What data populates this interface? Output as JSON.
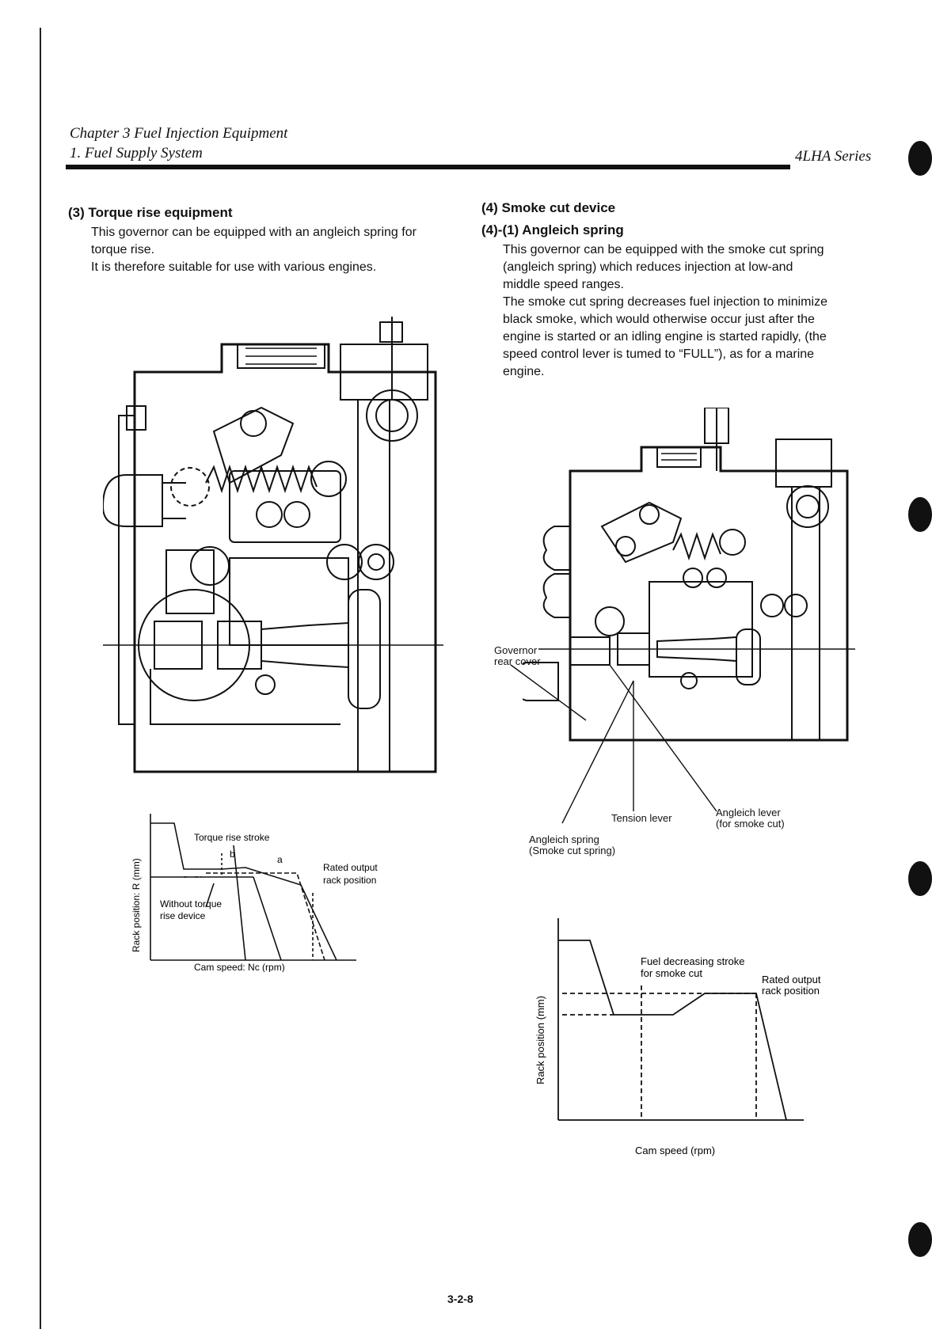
{
  "header": {
    "chapter": "Chapter 3 Fuel Injection Equipment",
    "section": "1. Fuel Supply System",
    "series": "4LHA Series"
  },
  "left": {
    "title": "(3) Torque rise equipment",
    "body": [
      "This governor can be equipped with an angleich spring for",
      "torque rise.",
      "It is therefore suitable for use with various engines."
    ],
    "chart": {
      "y_label": "Rack position: R (mm)",
      "x_label": "Cam speed: Nc (rpm)",
      "note_torque": "Torque rise stroke",
      "mark_b": "b",
      "mark_a": "a",
      "rated_1": "Rated output",
      "rated_2": "rack position",
      "without_1": "Without torque",
      "without_2": "rise device"
    }
  },
  "right": {
    "title": "(4) Smoke cut device",
    "subtitle": "(4)-(1) Angleich spring",
    "body": [
      "This governor can be equipped with the smoke cut spring",
      "(angleich spring) which reduces injection at low-and",
      "middle speed ranges.",
      "The smoke cut spring decreases fuel injection to minimize",
      "black smoke, which would otherwise occur just after the",
      "engine is started or an idling engine is started rapidly, (the",
      "speed control lever is tumed to “FULL”), as for a marine",
      "engine."
    ],
    "callouts": {
      "gov_1": "Governor",
      "gov_2": "rear cover",
      "tension": "Tension lever",
      "angleich_lever_1": "Angleich lever",
      "angleich_lever_2": "(for smoke cut)",
      "angleich_spring_1": "Angleich spring",
      "angleich_spring_2": "(Smoke cut spring)"
    },
    "chart": {
      "y_label": "Rack position (mm)",
      "x_label": "Cam speed (rpm)",
      "fuel_1": "Fuel decreasing stroke",
      "fuel_2": "for smoke cut",
      "rated_1": "Rated output",
      "rated_2": "rack position"
    }
  },
  "footer": {
    "page": "3-2-8"
  }
}
